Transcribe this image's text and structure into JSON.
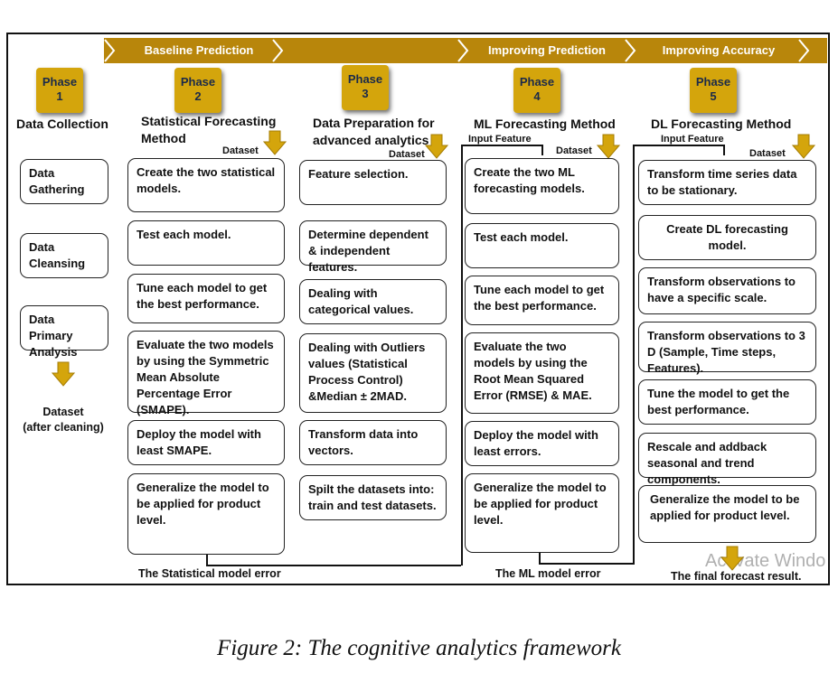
{
  "banner": {
    "baseline": "Baseline Prediction",
    "improving_prediction": "Improving Prediction",
    "improving_accuracy": "Improving Accuracy"
  },
  "phases": [
    {
      "label": "Phase",
      "num": "1",
      "title": "Data Collection"
    },
    {
      "label": "Phase",
      "num": "2",
      "title_line1": "Statistical Forecasting",
      "title_line2": "Method"
    },
    {
      "label": "Phase",
      "num": "3",
      "title_line1": "Data Preparation for",
      "title_line2": "advanced analytics"
    },
    {
      "label": "Phase",
      "num": "4",
      "title": "ML Forecasting Method"
    },
    {
      "label": "Phase",
      "num": "5",
      "title": "DL Forecasting Method"
    }
  ],
  "col1": {
    "items": [
      "Data Gathering",
      "Data Cleansing",
      "Data Primary Analysis"
    ],
    "dataset_line1": "Dataset",
    "dataset_line2": "(after cleaning)"
  },
  "col2": {
    "dataset": "Dataset",
    "items": [
      "Create the two statistical models.",
      "Test each model.",
      "Tune each model to get the best performance.",
      "Evaluate the two models by using the Symmetric Mean Absolute Percentage Error (SMAPE).",
      "Deploy the model with least SMAPE.",
      "Generalize the model to be applied for product level."
    ],
    "footer": "The Statistical model error"
  },
  "col3": {
    "dataset": "Dataset",
    "items": [
      "Feature selection.",
      "Determine dependent & independent features.",
      "Dealing with categorical values.",
      "Dealing with Outliers values (Statistical Process Control) &Median ± 2MAD.",
      "Transform data into vectors.",
      "Spilt the datasets into: train and test datasets."
    ]
  },
  "col4": {
    "input_feature": "Input Feature",
    "dataset": "Dataset",
    "items": [
      "Create the two ML forecasting models.",
      "Test each model.",
      "Tune each model to get the best performance.",
      "Evaluate the two models by using the Root Mean Squared Error (RMSE) & MAE.",
      "Deploy the model with least errors.",
      "Generalize the model to be applied for product level."
    ],
    "footer": "The ML model error"
  },
  "col5": {
    "input_feature": "Input Feature",
    "dataset": "Dataset",
    "items": [
      "Transform time series data to be stationary.",
      "Create DL forecasting model.",
      "Transform observations to have a specific scale.",
      "Transform observations to 3 D (Sample, Time steps, Features).",
      "Tune the model to get the best performance.",
      "Rescale and  addback seasonal and trend components.",
      "Generalize the model to be applied for product level."
    ],
    "footer": "The final forecast result."
  },
  "watermark": "Activate Windo",
  "caption": "Figure 2: The cognitive analytics framework",
  "colors": {
    "gold": "#d4a50c",
    "banner": "#b8860b",
    "phase_text": "#1b2a4a"
  }
}
